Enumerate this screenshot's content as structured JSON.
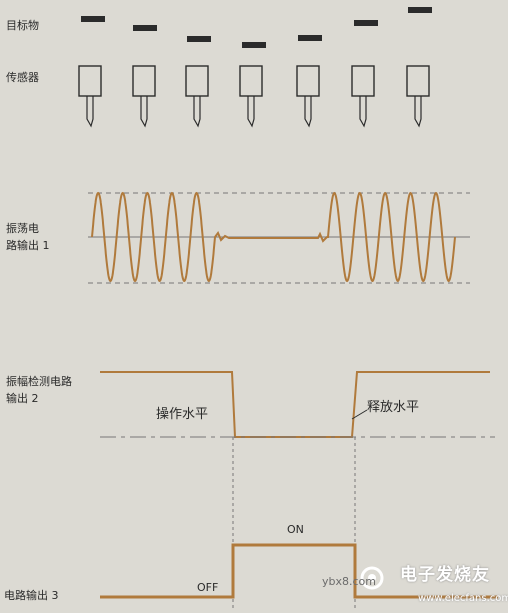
{
  "labels": {
    "target": "目标物",
    "sensor": "传感器",
    "osc_line1": "振荡电",
    "osc_line2": "路输出 1",
    "amp_line1": "振幅检测电路",
    "amp_line2": "输出 2",
    "operate_level": "操作水平",
    "release_level": "释放水平",
    "on": "ON",
    "off": "OFF",
    "circuit_out3": "电路输出 3"
  },
  "watermark": {
    "id": "ybx8.com",
    "name": "电子发烧友",
    "url": "www.elecfans.com"
  },
  "colors": {
    "background": "#dcdad3",
    "signal": "#b07a3c",
    "target_bar": "#2b2b2b",
    "dashed": "#777777"
  }
}
